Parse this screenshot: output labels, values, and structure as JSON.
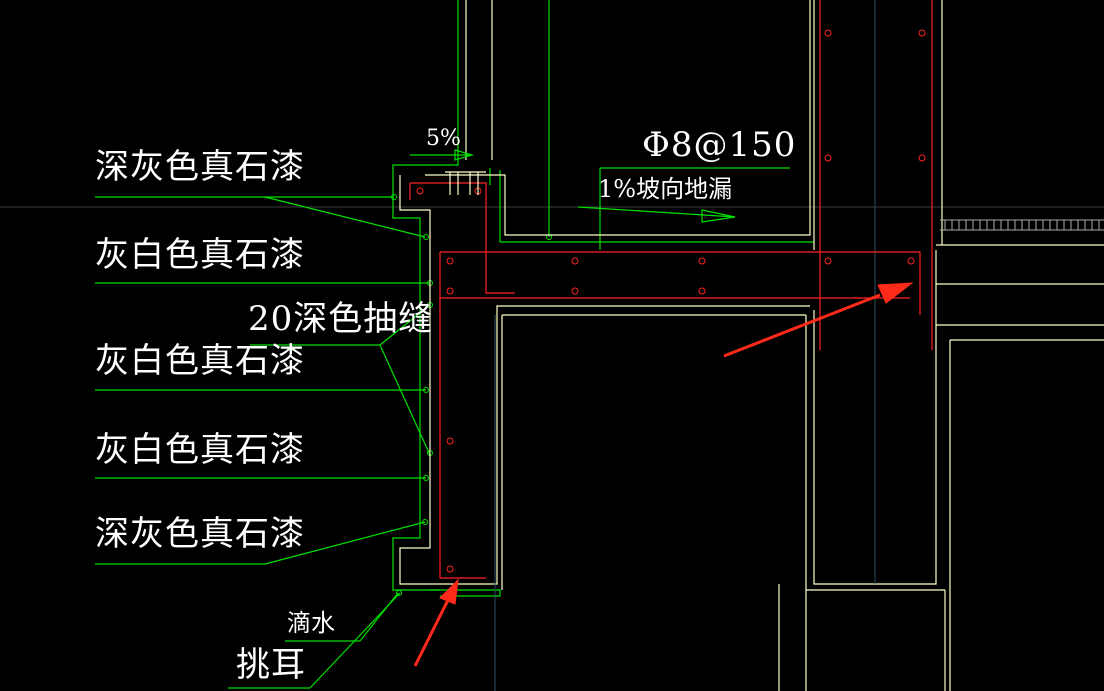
{
  "annotations": {
    "slope_top": "5%",
    "rebar_spec": "Φ8@150",
    "slope_drain": "1%坡向地漏",
    "label_1": "深灰色真石漆",
    "label_2": "灰白色真石漆",
    "groove": "20深色抽缝",
    "label_3": "灰白色真石漆",
    "label_4": "灰白色真石漆",
    "label_5": "深灰色真石漆",
    "drip": "滴水",
    "lug": "挑耳"
  },
  "colors": {
    "background": "#000000",
    "concrete_outline": "#ffffcc",
    "finish_line": "#00ff00",
    "rebar": "#ff2222",
    "arrow": "#ff2a1a",
    "text": "#ffffff",
    "axis": "#4a4a4a"
  }
}
